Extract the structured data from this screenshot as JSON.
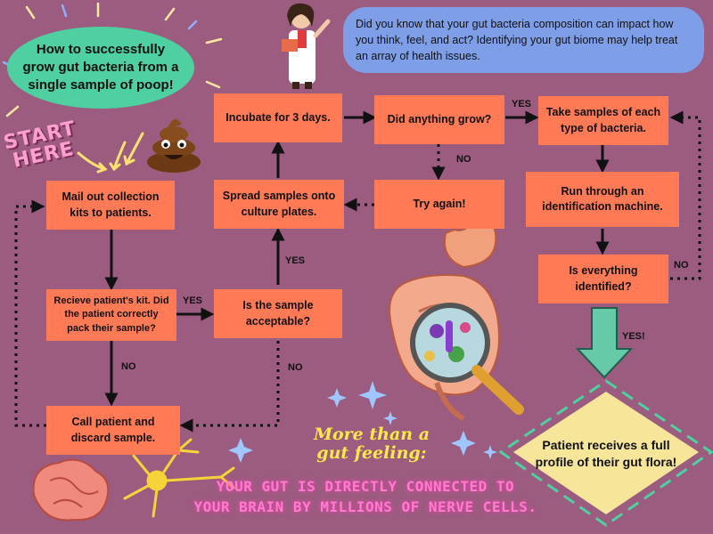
{
  "title": "How to successfully grow gut bacteria from a single sample of poop!",
  "start_label": [
    "START",
    "HERE"
  ],
  "speech": "Did you know that your gut bacteria composition can impact how you think, feel, and act? Identifying your gut biome may help treat an array of health issues.",
  "steps": {
    "mail": "Mail out collection kits to patients.",
    "receive": "Recieve patient's kit. Did the patient correctly pack their sample?",
    "call": "Call patient and discard sample.",
    "acceptable": "Is the sample acceptable?",
    "spread": "Spread samples onto culture plates.",
    "incubate": "Incubate for 3 days.",
    "grow": "Did anything grow?",
    "retry": "Try again!",
    "take": "Take samples of each type of bacteria.",
    "run": "Run through an identification machine.",
    "identified": "Is everything identified?",
    "result": "Patient receives a full profile of their gut flora!"
  },
  "labels": {
    "yes_receive": "YES",
    "no_receive": "NO",
    "yes_acceptable": "YES",
    "no_acceptable": "NO",
    "yes_grow": "YES",
    "no_grow": "NO",
    "no_identified": "NO",
    "yes_identified": "YES!"
  },
  "headline": [
    "More than a",
    "gut feeling:"
  ],
  "tagline": [
    "YOUR GUT IS DIRECTLY CONNECTED TO",
    "YOUR BRAIN BY MILLIONS OF NERVE CELLS."
  ],
  "icons": [
    "scientist-icon",
    "poop-icon",
    "stomach-intestine-icon",
    "magnifier-bacteria-icon",
    "brain-icon",
    "neuron-icon",
    "sparkle-icon"
  ],
  "colors": {
    "background": "#9b5c7f",
    "box": "#ff7a55",
    "title_bubble": "#4fd0a0",
    "speech_bubble": "#7e9fe8",
    "result_diamond": "#f7e59a",
    "result_arrow": "#66c9a8",
    "headline": "#ffe84a",
    "tagline": "#ff7ad0"
  }
}
